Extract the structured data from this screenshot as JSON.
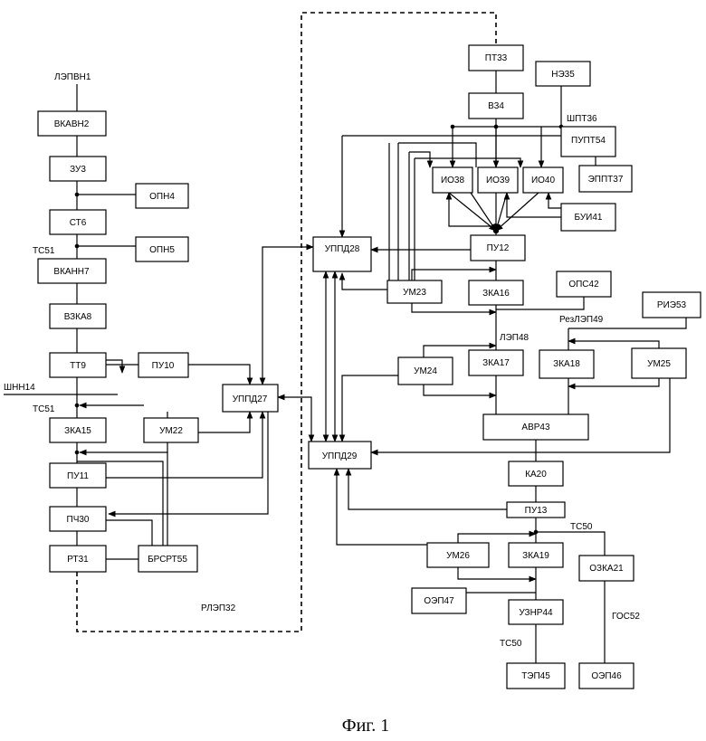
{
  "diagram": {
    "caption": "Фиг. 1",
    "blocks": {
      "b1": "ЛЭПВН1",
      "b2": "ВКАВН2",
      "b3": "ЗУ3",
      "b4": "ОПН4",
      "b5": "ОПН5",
      "b6": "СТ6",
      "b7": "ВКАНН7",
      "b8": "ВЗКА8",
      "b9": "ТТ9",
      "b10": "ПУ10",
      "b11": "ПУ11",
      "b12": "ПУ12",
      "b13": "ПУ13",
      "b14": "ШНН14",
      "b15": "ЗКА15",
      "b16": "ЗКА16",
      "b17": "ЗКА17",
      "b18": "ЗКА18",
      "b19": "ЗКА19",
      "b20": "КА20",
      "b21": "ОЗКА21",
      "b22": "УМ22",
      "b23": "УМ23",
      "b24": "УМ24",
      "b25": "УМ25",
      "b26": "УМ26",
      "b27": "УППД27",
      "b28": "УППД28",
      "b29": "УППД29",
      "b30": "ПЧ30",
      "b31": "РТ31",
      "b32": "РЛЭП32",
      "b33": "ПТ33",
      "b34": "В34",
      "b35": "НЭ35",
      "b36": "ШПТ36",
      "b37": "ЭППТ37",
      "b38": "ИО38",
      "b39": "ИО39",
      "b40": "ИО40",
      "b41": "БУИ41",
      "b42": "ОПС42",
      "b43": "АВР43",
      "b44": "УЗНР44",
      "b45": "ТЭП45",
      "b46": "ОЭП46",
      "b47": "ОЭП47",
      "b48": "ЛЭП48",
      "b49": "РезЛЭП49",
      "b50": "ТС50",
      "b51": "ТС51",
      "b52": "ГОС52",
      "b53": "РИЭ53",
      "b54": "ПУПТ54",
      "b55": "БРСРТ55"
    }
  }
}
